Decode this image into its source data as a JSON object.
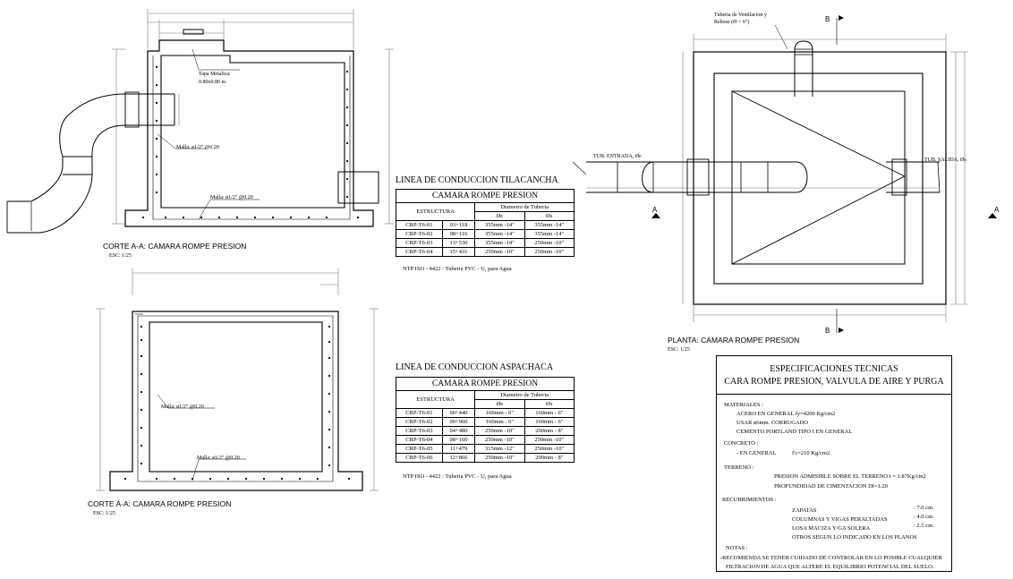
{
  "section_top": {
    "title": "CORTE A-A: CAMARA ROMPE PRESION",
    "scale": "ESC: 1/25",
    "lid_label": "Tapa Metalica:",
    "lid_size": "0.80x0.80 m",
    "mesh_wall": "Malla: ø1/2\" @0.20",
    "mesh_floor": "Malla: ø1/2\" @0.20"
  },
  "section_bottom": {
    "title": "CORTE A-A: CAMARA ROMPE PRESION",
    "scale": "ESC: 1/25",
    "mesh_wall": "Malla: ø1/2\" @0.20",
    "mesh_floor": "Malla: ø1/2\" @0.20"
  },
  "plan": {
    "title": "PLANTA: CAMARA ROMPE PRESION",
    "scale": "ESC: 1/25",
    "vent_label_1": "Tuberia de Ventilacion y",
    "vent_label_2": "Rebose (Ø = 6\")",
    "inlet_label": "TUB. ENTRADA, Øe",
    "outlet_label": "TUB. SALIDA, Øs",
    "cut_a": "A",
    "cut_b": "B"
  },
  "table_tilacancha": {
    "heading": "LINEA DE CONDUCCION TILACANCHA",
    "caption": "CAMARA ROMPE PRESION",
    "col_structure": "ESTRUCTURA",
    "col_diameter": "Diametro de Tuberia",
    "col_in": "Øe",
    "col_out": "Øs",
    "rows": [
      {
        "id": "CRP-T6-01",
        "km": "03+118",
        "in": "355mm -14\"",
        "out": "355mm -14\""
      },
      {
        "id": "CRP-T6-02",
        "km": "08+116",
        "in": "355mm -14\"",
        "out": "355mm -14\""
      },
      {
        "id": "CRP-T6-03",
        "km": "13+530",
        "in": "355mm -14\"",
        "out": "250mm -10\""
      },
      {
        "id": "CRP-T6-04",
        "km": "15+431",
        "in": "250mm -10\"",
        "out": "250mm -10\""
      }
    ],
    "note": "NTP ISO - 4422 : Tuberia PVC - U, para Agua"
  },
  "table_aspachaca": {
    "heading": "LINEA DE CONDUCCION ASPACHACA",
    "caption": "CAMARA ROMPE PRESION",
    "col_structure": "ESTRUCTURA",
    "col_diameter": "Diametro de Tuberia",
    "col_in": "Øe",
    "col_out": "Øs",
    "rows": [
      {
        "id": "CRP-T6-01",
        "km": "00+440",
        "in": "160mm - 6\"",
        "out": "160mm - 6\""
      },
      {
        "id": "CRP-T6-02",
        "km": "00+960",
        "in": "160mm - 6\"",
        "out": "160mm - 6\""
      },
      {
        "id": "CRP-T6-03",
        "km": "04+480",
        "in": "250mm -10\"",
        "out": "200mm - 8\""
      },
      {
        "id": "CRP-T6-04",
        "km": "08+160",
        "in": "250mm -10\"",
        "out": "250mm -10\""
      },
      {
        "id": "CRP-T6-05",
        "km": "11+479",
        "in": "315mm -12\"",
        "out": "250mm -10\""
      },
      {
        "id": "CRP-T6-06",
        "km": "12+866",
        "in": "250mm -10\"",
        "out": "200mm - 8\""
      }
    ],
    "note": "NTP ISO - 4422 : Tuberia PVC - U, para Agua"
  },
  "specs": {
    "title_1": "ESPECIFICACIONES TECNICAS",
    "title_2": "CARA ROMPE PRESION, VALVULA DE AIRE Y PURGA",
    "materiales": "MATERIALES :",
    "acero": "ACERO EN GENERAL fy=4200 Kg/cm2",
    "usar": "USAR ø6mm. CORRUGADO",
    "cemento": "CEMENTO PORTLAND TIPO I EN GENERAL",
    "concreto": "CONCRETO :",
    "en_general": "- EN GENERAL",
    "fc": "f'c=210 Kg/cm2",
    "terreno": "TERRENO :",
    "presion": "PRESION ADMISIBLE SOBRE EL TERRENO    t = 1.87Kg/cm2",
    "profundidad": "PROFUNDIDAD DE CIMENTACION   Df=1.20",
    "recubrimientos": "RECUBRIMIENTOS :",
    "zapatas": "ZAPATAS",
    "zapatas_val": ": 7.0 cm.",
    "columnas": "COLUMNAS Y VIGAS PERALTADAS",
    "columnas_val": ": 4.0 cm.",
    "losa": "LOSA MACIZA Y/GA SOLERA",
    "losa_val": ": 2.5 cm.",
    "otros": "OTROS SEGUN LO INDICADO EN LOS PLANOS",
    "notas": "NOTAS :",
    "nota_1": "-RECOMIENDA SE TENER CUIDADO DE CONTROLAR EN LO POSIBLE CUALQUIER",
    "nota_2": "FILTRACION DE AGUA QUE ALTERE EL EQUILIBRIO POTENCIAL DEL SUELO."
  },
  "colors": {
    "dimension": "#e0c200",
    "line": "#000000"
  }
}
